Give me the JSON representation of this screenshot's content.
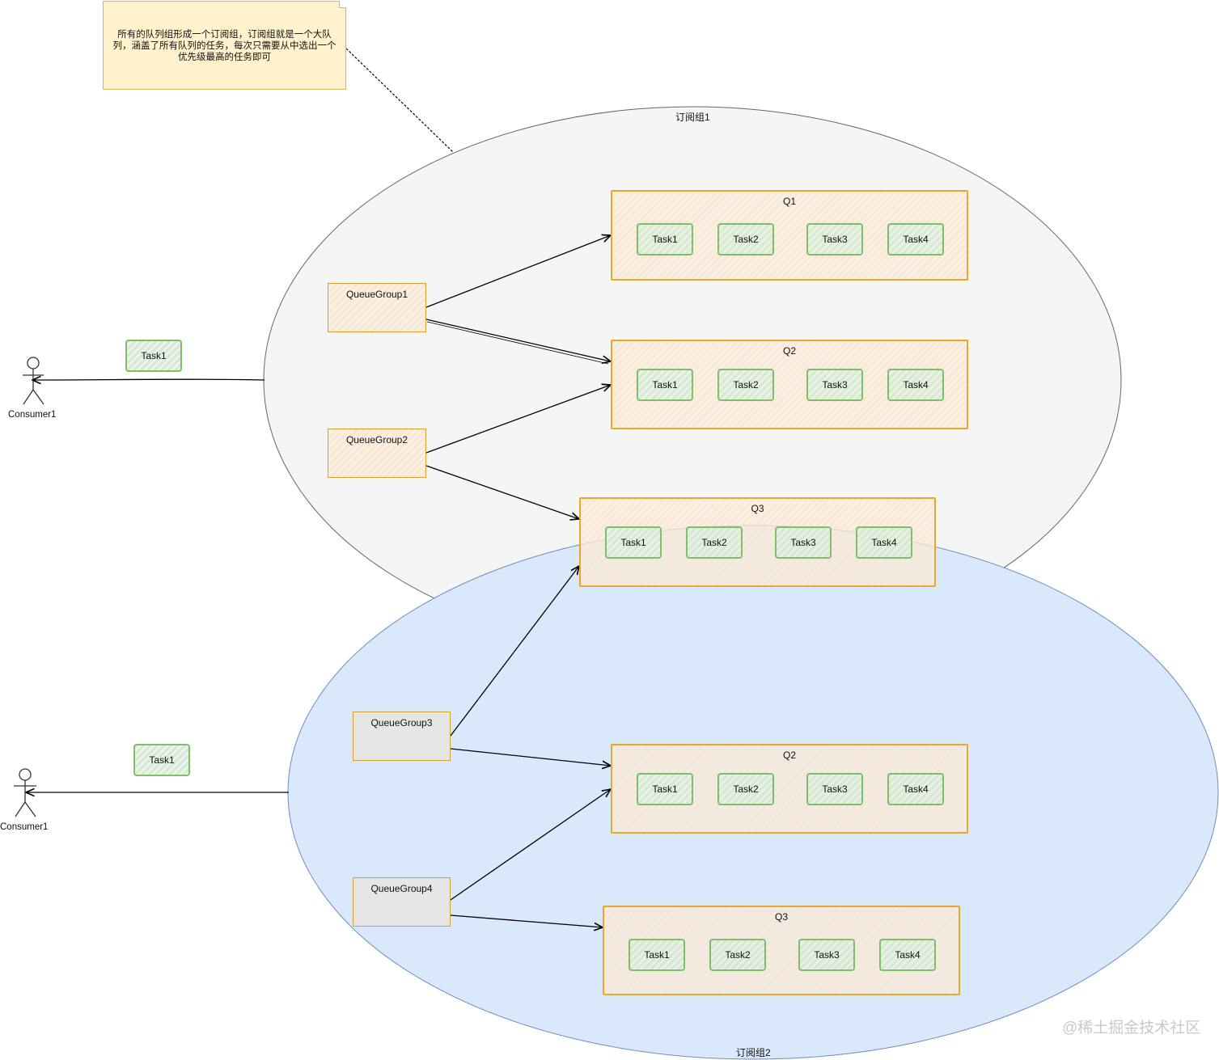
{
  "note": {
    "text": "所有的队列组形成一个订阅组，订阅组就是一个大队列，涵盖了所有队列的任务，每次只需要从中选出一个优先级最高的任务即可"
  },
  "subscription_groups": [
    {
      "label": "订阅组1",
      "fill": "#f5f5f5",
      "stroke": "#666666"
    },
    {
      "label": "订阅组2",
      "fill": "#dae8fc",
      "stroke": "#6c8ebf"
    }
  ],
  "queue_groups": [
    "QueueGroup1",
    "QueueGroup2",
    "QueueGroup3",
    "QueueGroup4"
  ],
  "queues": [
    {
      "label": "Q1",
      "tasks": [
        "Task1",
        "Task2",
        "Task3",
        "Task4"
      ]
    },
    {
      "label": "Q2",
      "tasks": [
        "Task1",
        "Task2",
        "Task3",
        "Task4"
      ]
    },
    {
      "label": "Q3",
      "tasks": [
        "Task1",
        "Task2",
        "Task3",
        "Task4"
      ]
    },
    {
      "label": "Q2",
      "tasks": [
        "Task1",
        "Task2",
        "Task3",
        "Task4"
      ]
    },
    {
      "label": "Q3",
      "tasks": [
        "Task1",
        "Task2",
        "Task3",
        "Task4"
      ]
    }
  ],
  "consumers": [
    {
      "label": "Consumer1",
      "task": "Task1"
    },
    {
      "label": "Consumer1",
      "task": "Task1"
    }
  ],
  "watermark": "@稀土掘金技术社区",
  "colors": {
    "queue_border": "#e6a92a",
    "task_border": "#7fbf6a",
    "note_fill": "#fff2cc"
  }
}
